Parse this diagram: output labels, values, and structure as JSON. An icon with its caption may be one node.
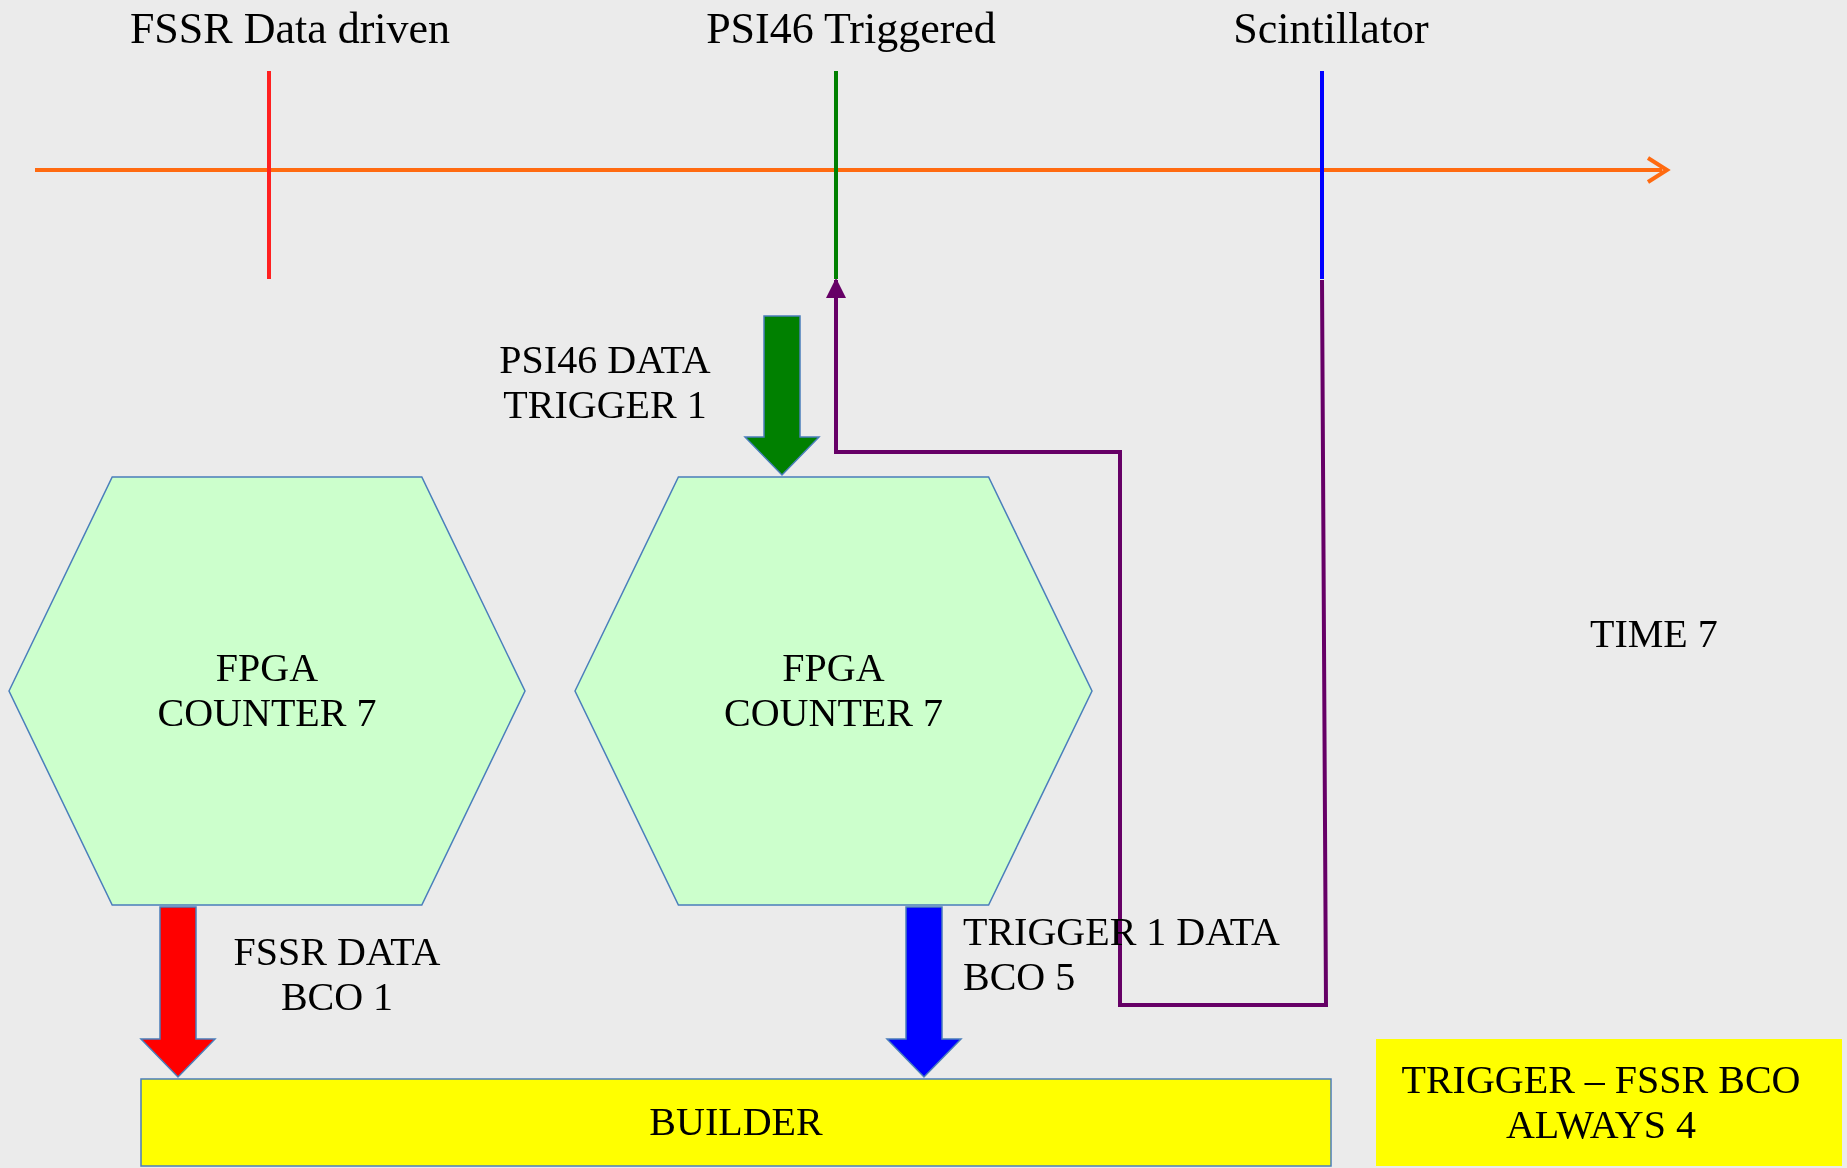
{
  "diagram": {
    "nodes": [
      {
        "text": [
          "FSSR Data driven"
        ]
      },
      {
        "text": [
          "PSI46 Triggered"
        ]
      },
      {
        "text": [
          "Scintillator"
        ]
      },
      {
        "text": [
          "FPGA COUNTER 7"
        ]
      },
      {
        "text": [
          "FPGA COUNTER 7"
        ]
      },
      {
        "text": [
          "BUILDER"
        ]
      },
      {
        "text": [
          "TRIGGER – FSSR BCO ALWAYS 4"
        ]
      }
    ],
    "edges": [
      {
        "from": 3,
        "to": 5,
        "arrow": "to",
        "style": "thick",
        "color": "#ff0000",
        "label": "FSSR DATA BCO 1"
      },
      {
        "from": 4,
        "to": 5,
        "arrow": "to",
        "style": "thick",
        "color": "#0000ff",
        "label": "TRIGGER 1 DATA BCO 5"
      },
      {
        "from": null,
        "to": 4,
        "arrow": "to",
        "style": "thick",
        "color": "#008000",
        "label": "PSI46 DATA TRIGGER 1"
      },
      {
        "from": 2,
        "to": 1,
        "arrow": "to",
        "color": "#660066"
      }
    ],
    "labels": [
      "TIME 7"
    ]
  }
}
